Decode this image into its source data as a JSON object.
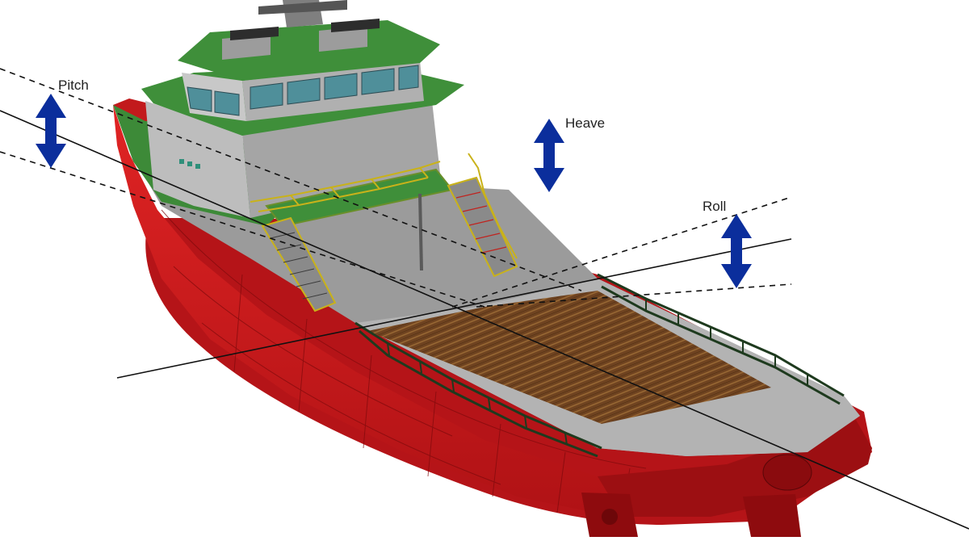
{
  "labels": {
    "pitch": "Pitch",
    "heave": "Heave",
    "roll": "Roll"
  },
  "colors": {
    "hull": "#d81c1c",
    "hull_dark": "#a80f12",
    "hull_shadow": "#8e0b0e",
    "deck": "#9a9a9a",
    "deck_light": "#b5b5b5",
    "cargo_deck": "#7a4a22",
    "superstructure": "#c4c4c4",
    "superstructure_side": "#a8a8a8",
    "roof_green": "#3f8f3a",
    "window": "#4f8f9a",
    "railing_yellow": "#c9b21a",
    "railing_dark": "#1e3a1e",
    "arrow": "#0b2e9c",
    "axis_line": "#111111"
  },
  "icons": {
    "pitch_arrow": "double-vertical-arrow-icon",
    "heave_arrow": "double-vertical-arrow-icon",
    "roll_arrow": "double-vertical-arrow-icon"
  }
}
